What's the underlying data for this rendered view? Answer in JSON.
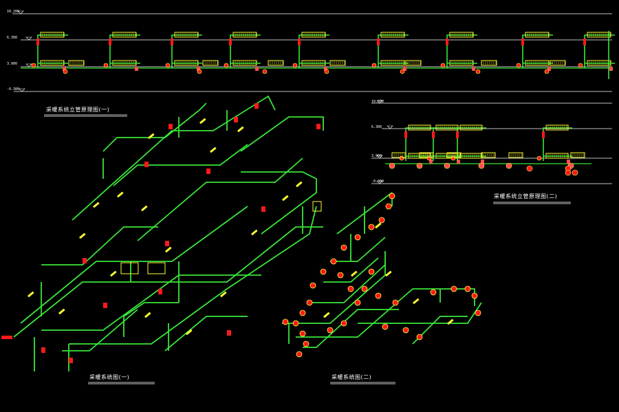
{
  "drawing": {
    "background": "#000000",
    "colors": {
      "pipe": "#39e639",
      "fixture": "#ffff33",
      "valve": "#ff1a1a",
      "text": "#ffffff",
      "dim": "#ff4d4d"
    }
  },
  "riser_diagram_1": {
    "title": "采暖系统立管原理图(一)",
    "level_marks": [
      "10.200",
      "6.300",
      "3.900",
      "-0.300"
    ]
  },
  "riser_diagram_2": {
    "title": "采暖系统立管原理图(二)",
    "level_marks": [
      "10.200",
      "6.300",
      "3.900",
      "-0.300"
    ]
  },
  "system_diagram_1": {
    "title": "采暖系统图(一)"
  },
  "system_diagram_2": {
    "title": "采暖系统图(二)"
  }
}
